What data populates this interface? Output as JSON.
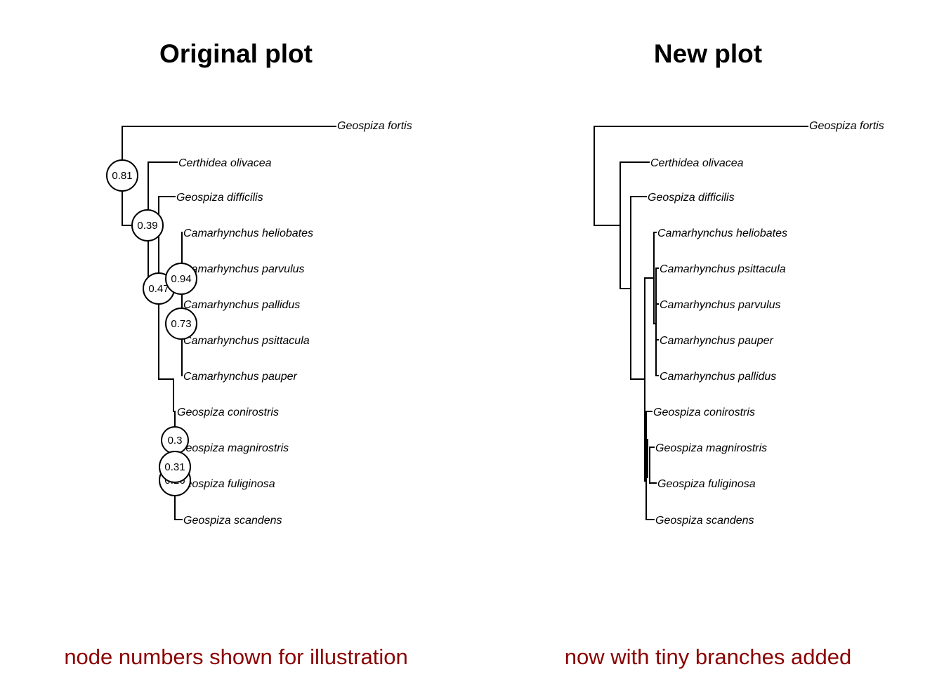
{
  "left": {
    "title": "Original plot",
    "caption": "node numbers shown for illustration",
    "tree": {
      "type": "phylogram",
      "tips": [
        "Geospiza fortis",
        "Certhidea olivacea",
        "Geospiza difficilis",
        "Camarhynchus heliobates",
        "Camarhynchus parvulus",
        "Camarhynchus pallidus",
        "Camarhynchus psittacula",
        "Camarhynchus pauper",
        "Geospiza conirostris",
        "Geospiza magnirostris",
        "Geospiza fuliginosa",
        "Geospiza scandens"
      ],
      "node_labels": [
        "0.81",
        "0.39",
        "0.47",
        "0.94",
        "0.73",
        "0.3",
        "0.31",
        "0.26"
      ]
    }
  },
  "right": {
    "title": "New plot",
    "caption": "now with tiny branches added",
    "tree": {
      "type": "phylogram",
      "tips": [
        "Geospiza fortis",
        "Certhidea olivacea",
        "Geospiza difficilis",
        "Camarhynchus heliobates",
        "Camarhynchus psittacula",
        "Camarhynchus parvulus",
        "Camarhynchus pauper",
        "Camarhynchus pallidus",
        "Geospiza conirostris",
        "Geospiza magnirostris",
        "Geospiza fuliginosa",
        "Geospiza scandens"
      ]
    }
  }
}
